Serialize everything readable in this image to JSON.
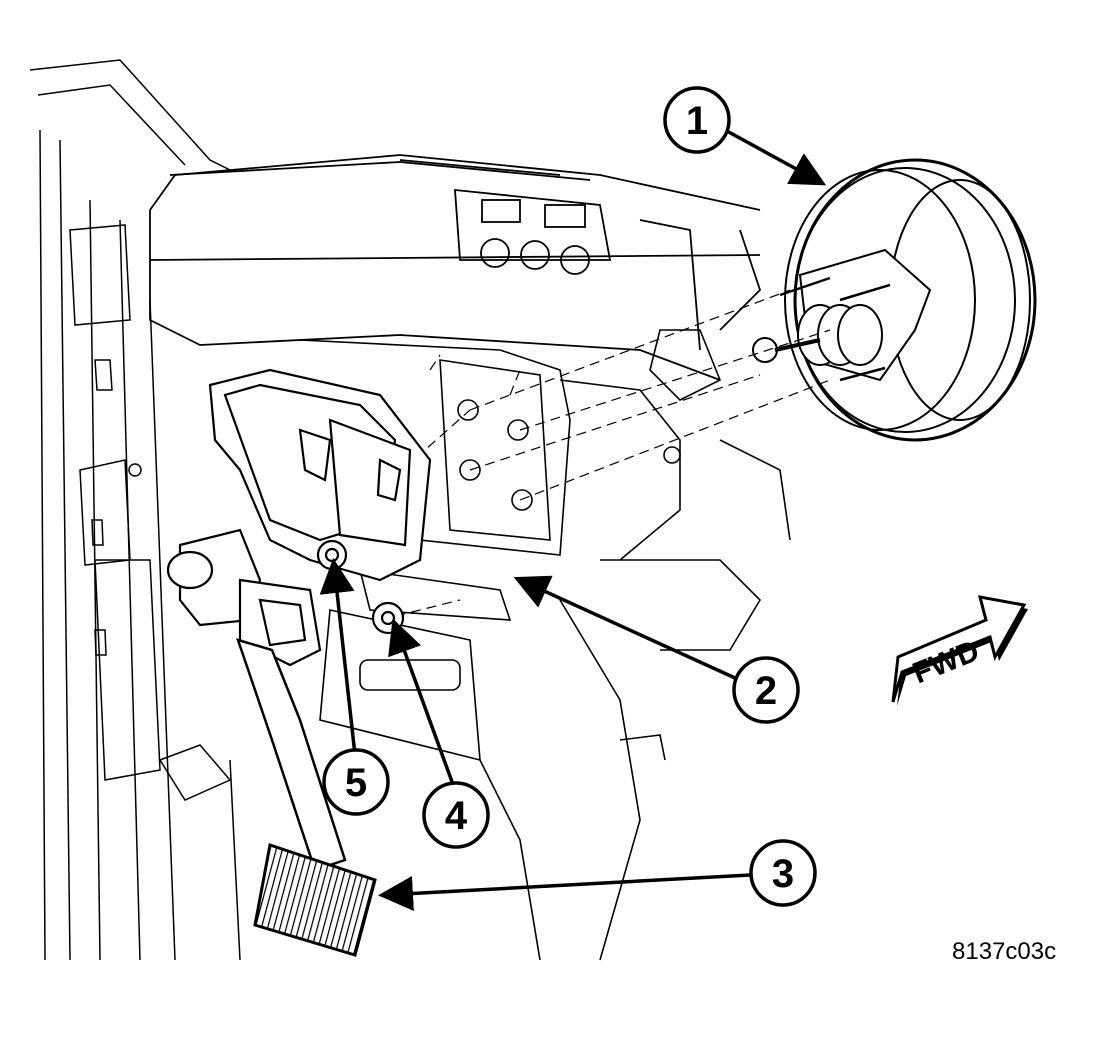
{
  "callouts": [
    {
      "id": "1",
      "label": "1"
    },
    {
      "id": "2",
      "label": "2"
    },
    {
      "id": "3",
      "label": "3"
    },
    {
      "id": "4",
      "label": "4"
    },
    {
      "id": "5",
      "label": "5"
    }
  ],
  "direction_label": "FWD",
  "figure_id": "8137c03c"
}
